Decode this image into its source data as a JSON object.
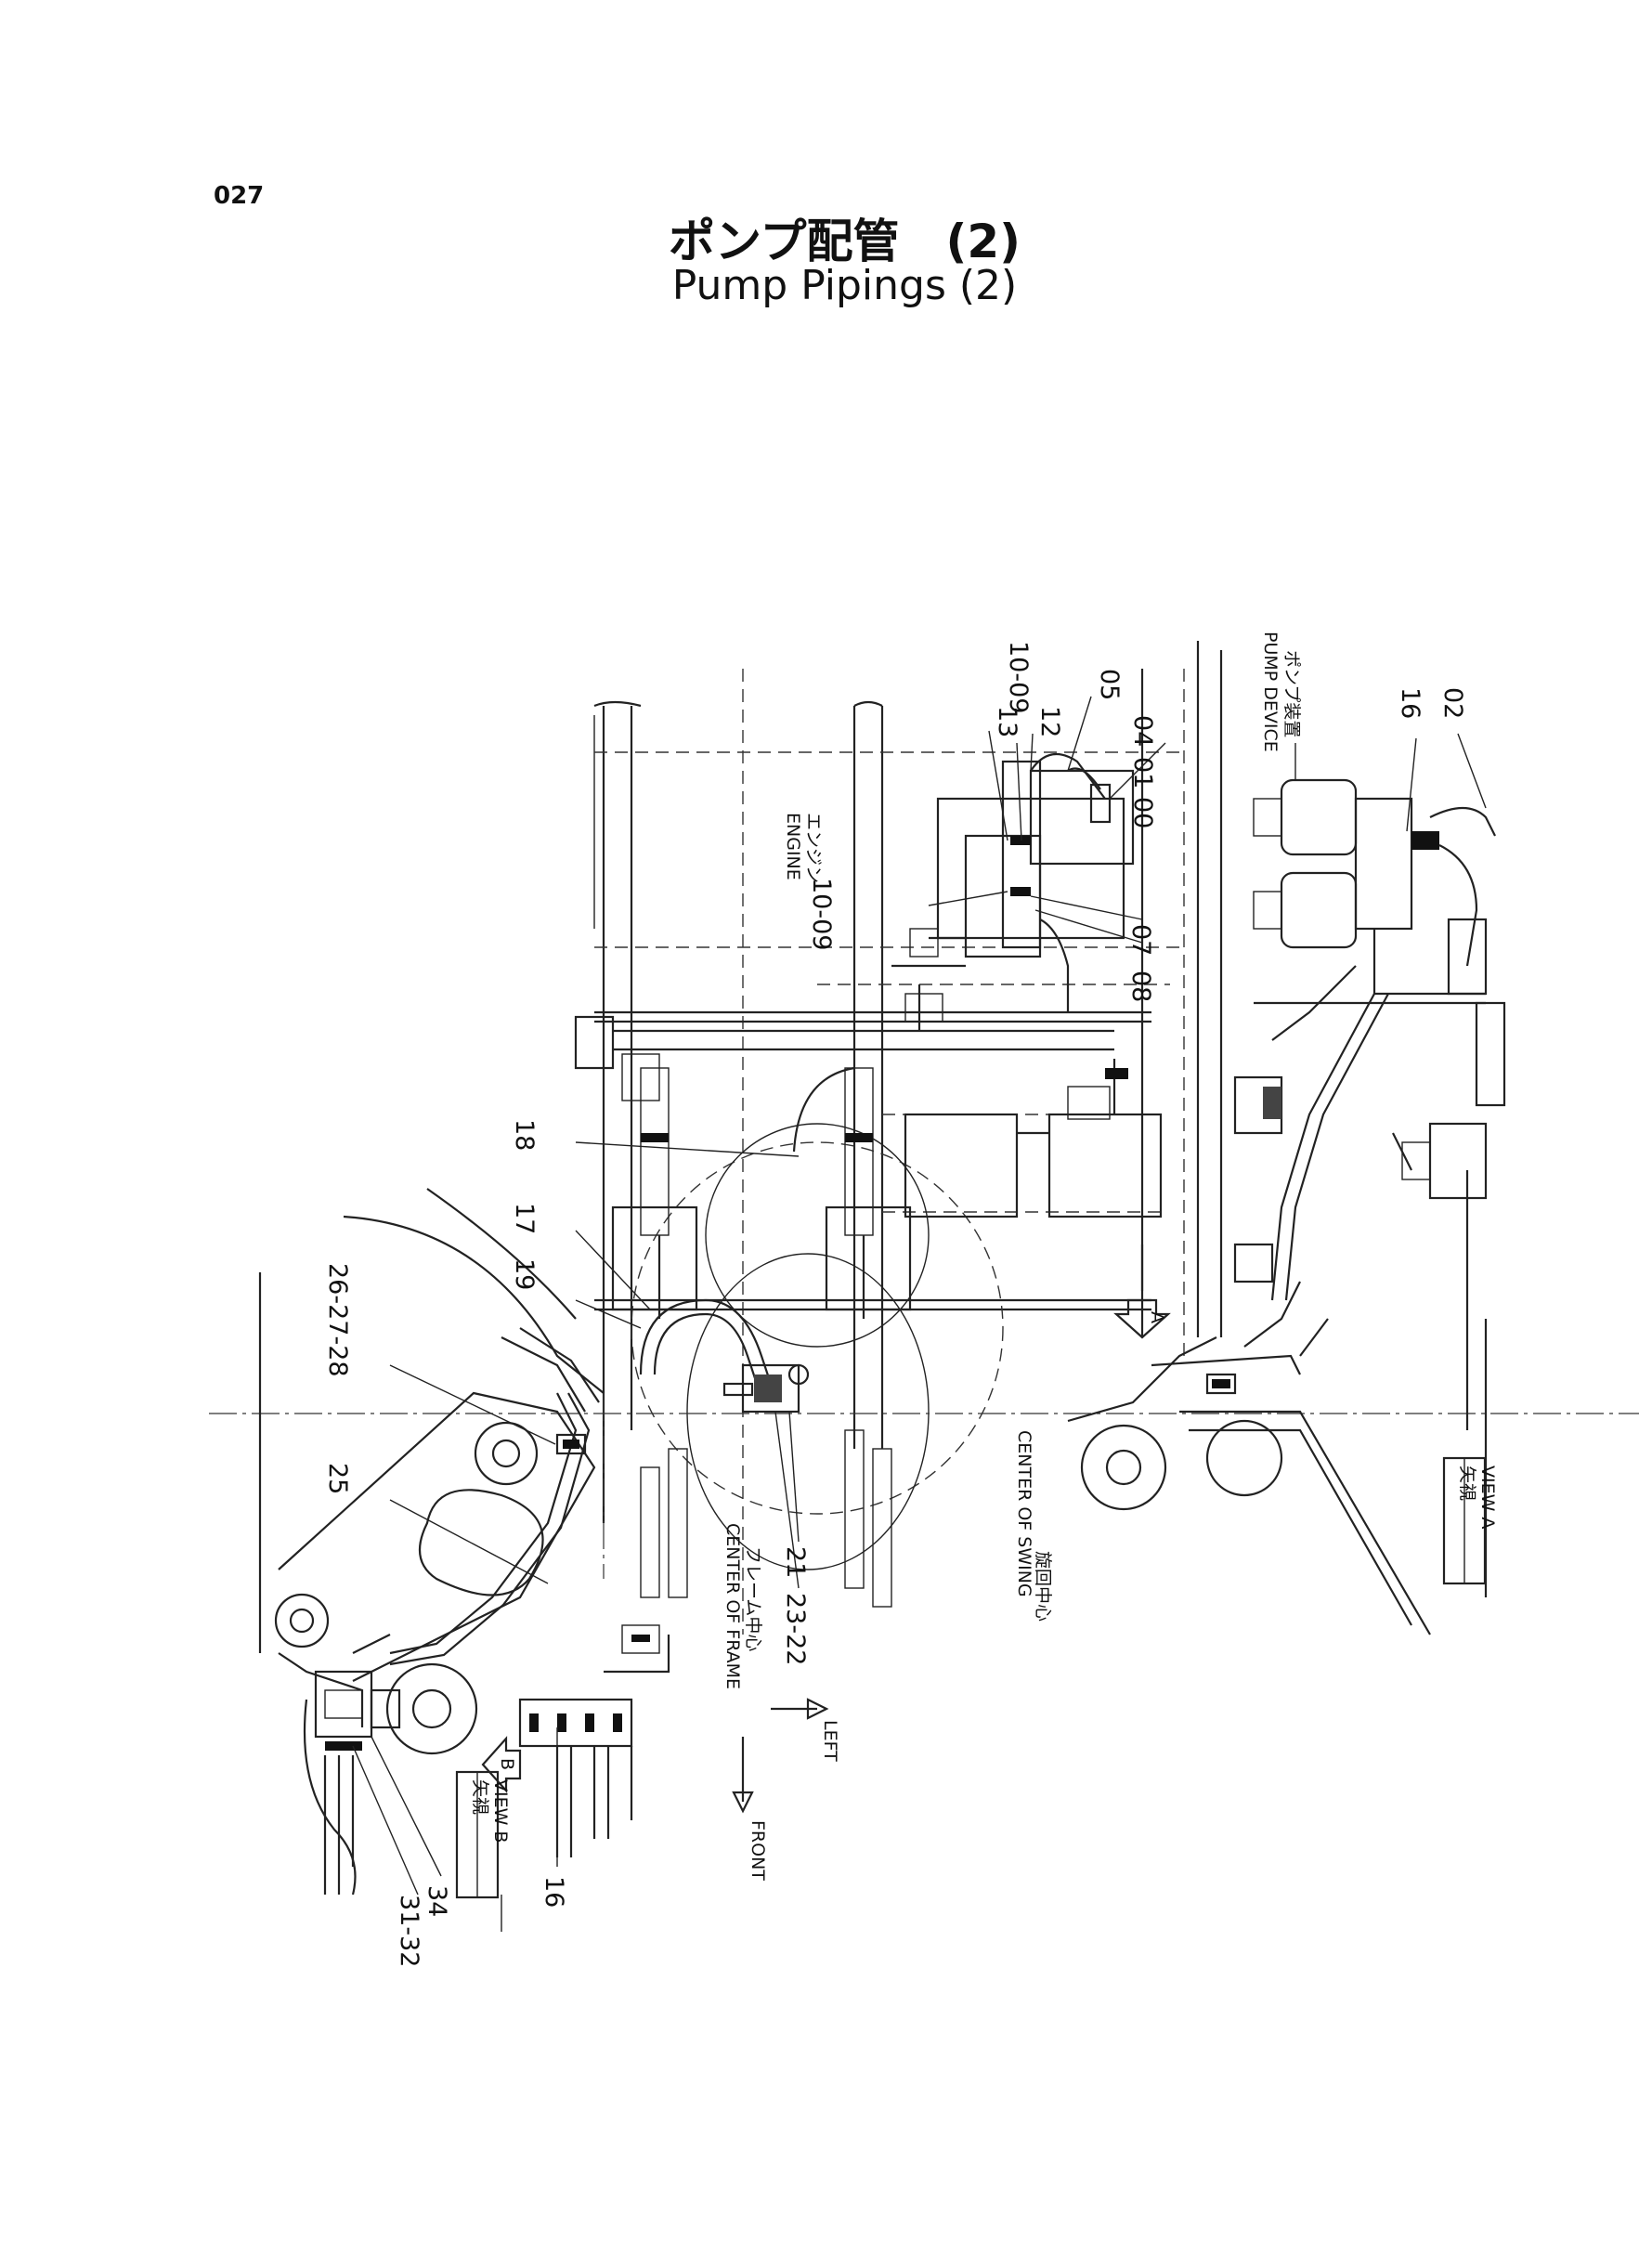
{
  "page": {
    "number": "027",
    "title_jp": "ポンプ配管　(2)",
    "title_en": "Pump Pipings (2)"
  },
  "labels": {
    "engine_jp": "エンジン",
    "engine_en": "ENGINE",
    "pump_device_jp": "ポンプ装置",
    "pump_device_en": "PUMP DEVICE",
    "frame_center_jp": "フレーム中心",
    "frame_center_en": "CENTER OF FRAME",
    "swing_center_jp": "旋回中心",
    "swing_center_en": "CENTER OF SWING",
    "front": "FRONT",
    "left": "LEFT",
    "view_a_jp": "矢視",
    "view_a_en": "VIEW A",
    "view_b_jp": "矢視",
    "view_b_en": "VIEW B",
    "arrow_a": "A",
    "arrow_b": "B"
  },
  "part_callouts": [
    "13",
    "10-09",
    "12",
    "05",
    "04",
    "01",
    "00",
    "07",
    "08",
    "10-09",
    "16",
    "02",
    "18",
    "17",
    "19",
    "26-27-28",
    "25",
    "21",
    "23-22",
    "16",
    "34",
    "31-32"
  ]
}
